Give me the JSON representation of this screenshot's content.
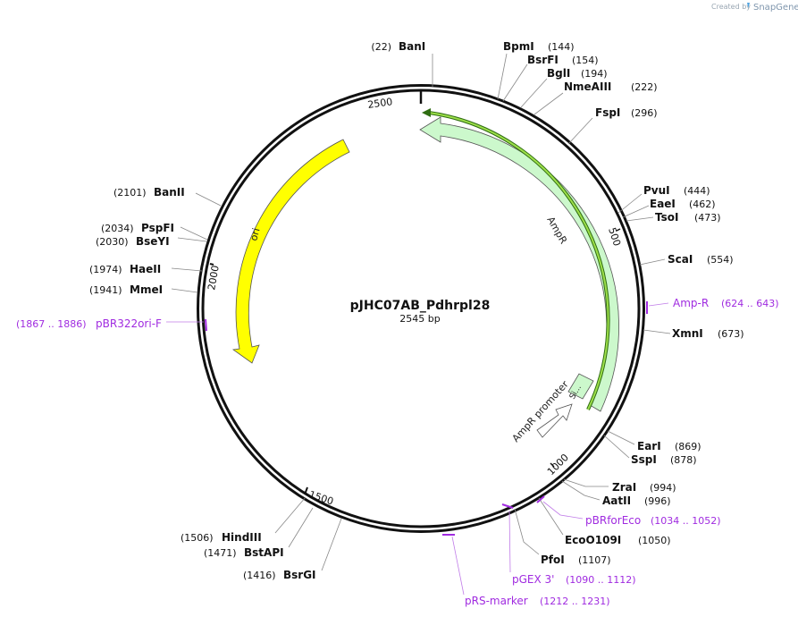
{
  "branding": {
    "created_by": "Created by",
    "product": "SnapGene"
  },
  "plasmid": {
    "name": "pJHC07AB_Pdhrpl28",
    "size": "2545 bp"
  },
  "ticks": [
    "500",
    "1000",
    "1500",
    "2000",
    "2500"
  ],
  "sites": [
    {
      "name": "BanI",
      "pos": "(22)"
    },
    {
      "name": "BpmI",
      "pos": "(144)"
    },
    {
      "name": "BsrFI",
      "pos": "(154)"
    },
    {
      "name": "BglI",
      "pos": "(194)"
    },
    {
      "name": "NmeAIII",
      "pos": "(222)"
    },
    {
      "name": "FspI",
      "pos": "(296)"
    },
    {
      "name": "PvuI",
      "pos": "(444)"
    },
    {
      "name": "EaeI",
      "pos": "(462)"
    },
    {
      "name": "TsoI",
      "pos": "(473)"
    },
    {
      "name": "ScaI",
      "pos": "(554)"
    },
    {
      "name": "XmnI",
      "pos": "(673)"
    },
    {
      "name": "EarI",
      "pos": "(869)"
    },
    {
      "name": "SspI",
      "pos": "(878)"
    },
    {
      "name": "ZraI",
      "pos": "(994)"
    },
    {
      "name": "AatII",
      "pos": "(996)"
    },
    {
      "name": "EcoO109I",
      "pos": "(1050)"
    },
    {
      "name": "PfoI",
      "pos": "(1107)"
    },
    {
      "name": "BsrGI",
      "pos": "(1416)"
    },
    {
      "name": "BstAPI",
      "pos": "(1471)"
    },
    {
      "name": "HindIII",
      "pos": "(1506)"
    },
    {
      "name": "MmeI",
      "pos": "(1941)"
    },
    {
      "name": "HaeII",
      "pos": "(1974)"
    },
    {
      "name": "BseYI",
      "pos": "(2030)"
    },
    {
      "name": "PspFI",
      "pos": "(2034)"
    },
    {
      "name": "BanII",
      "pos": "(2101)"
    }
  ],
  "primers": [
    {
      "name": "Amp-R",
      "range": "(624 .. 643)"
    },
    {
      "name": "pBRforEco",
      "range": "(1034 .. 1052)"
    },
    {
      "name": "pGEX 3'",
      "range": "(1090 .. 1112)"
    },
    {
      "name": "pRS-marker",
      "range": "(1212 .. 1231)"
    },
    {
      "name": "pBR322ori-F",
      "range": "(1867 .. 1886)"
    }
  ],
  "features": {
    "ampr": "AmpR",
    "ori": "ori",
    "ampr_promoter": "AmpR promoter",
    "signal": "Si..."
  },
  "colors": {
    "ampr": "#ccf8cc",
    "ori": "#ffff00",
    "orf": "#7fd31e",
    "primer": "#a02be0"
  }
}
